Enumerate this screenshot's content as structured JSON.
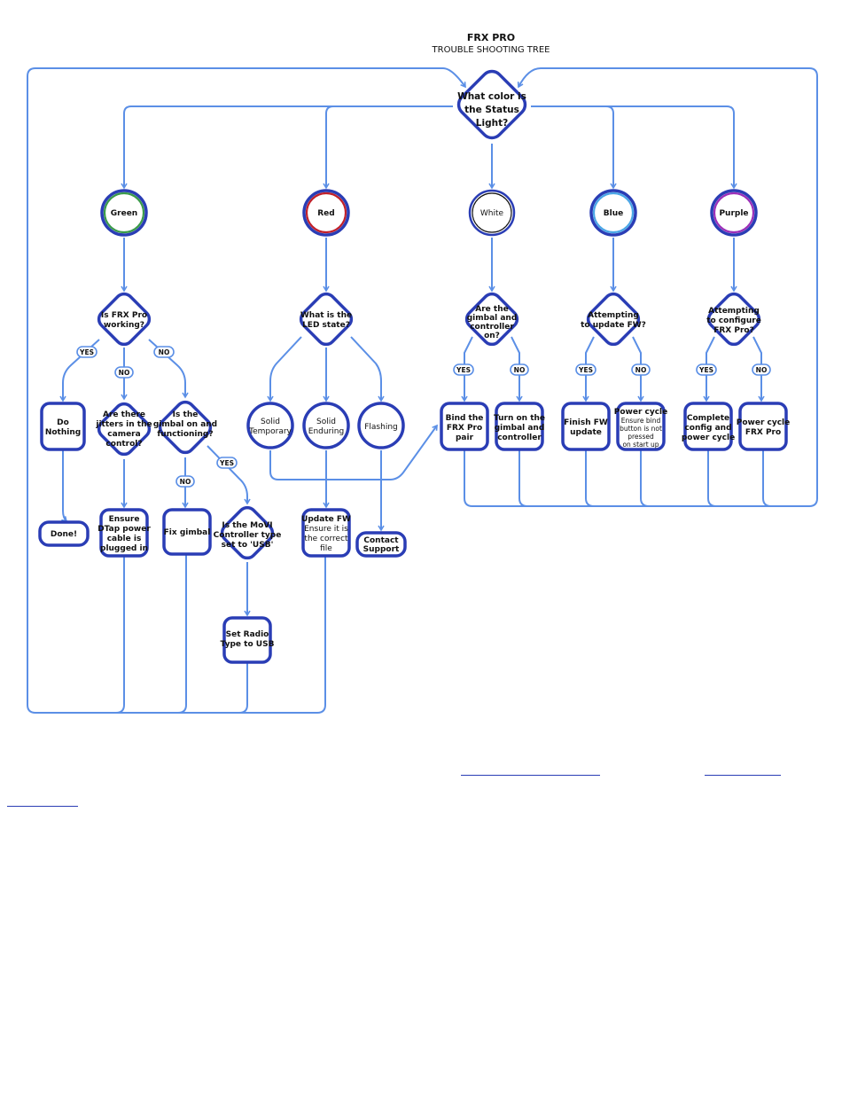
{
  "title": "FRX PRO",
  "subtitle": "TROUBLE SHOOTING TREE",
  "root": "What color is the Status Light?",
  "colors": {
    "line": "#5b8fe6",
    "node": "#2a3db5",
    "green": "#3a9a4a",
    "red": "#c0202a",
    "white": "#111111",
    "blue": "#4aa6e6",
    "purple": "#9b2fb8"
  },
  "status": {
    "green": "Green",
    "red": "Red",
    "white": "White",
    "blue": "Blue",
    "purple": "Purple"
  },
  "green": {
    "q1": [
      "Is FRX Pro",
      "working?"
    ],
    "yes_label": "YES",
    "no_label": "NO",
    "do_nothing": [
      "Do",
      "Nothing"
    ],
    "done": "Done!",
    "jitters": [
      "Are there",
      "jitters in the",
      "camera",
      "control?"
    ],
    "dtap": [
      "Ensure",
      "DTap power",
      "cable is",
      "plugged in"
    ],
    "gimbal_q": [
      "Is the",
      "gimbal on and",
      "functioning?"
    ],
    "fix_gimbal": "Fix gimbal",
    "movi_q": [
      "Is the MoVI",
      "Controller type",
      "set to 'USB'"
    ],
    "set_radio": [
      "Set Radio",
      "Type to USB"
    ]
  },
  "red": {
    "q1": [
      "What is the",
      "LED state?"
    ],
    "solid_temp": [
      "Solid",
      "Temporary"
    ],
    "solid_end": [
      "Solid",
      "Enduring"
    ],
    "flashing": "Flashing",
    "update_fw": [
      "Update FW",
      "Ensure it is",
      "the correct",
      "file"
    ],
    "contact": [
      "Contact",
      "Support"
    ]
  },
  "white": {
    "q1": [
      "Are the",
      "gimbal and",
      "controller",
      "on?"
    ],
    "bind": [
      "Bind the",
      "FRX Pro",
      "pair"
    ],
    "turn_on": [
      "Turn on the",
      "gimbal and",
      "controller"
    ]
  },
  "blue": {
    "q1": [
      "Attempting",
      "to update FW?"
    ],
    "finish": [
      "Finish FW",
      "update"
    ],
    "power": [
      "Power cycle",
      "Ensure bind",
      "button is not",
      "pressed",
      "on start up"
    ]
  },
  "purple": {
    "q1": [
      "Attempting",
      "to configure",
      "FRX Pro?"
    ],
    "complete": [
      "Complete",
      "config and",
      "power cycle"
    ],
    "power": [
      "Power cycle",
      "FRX Pro"
    ]
  }
}
